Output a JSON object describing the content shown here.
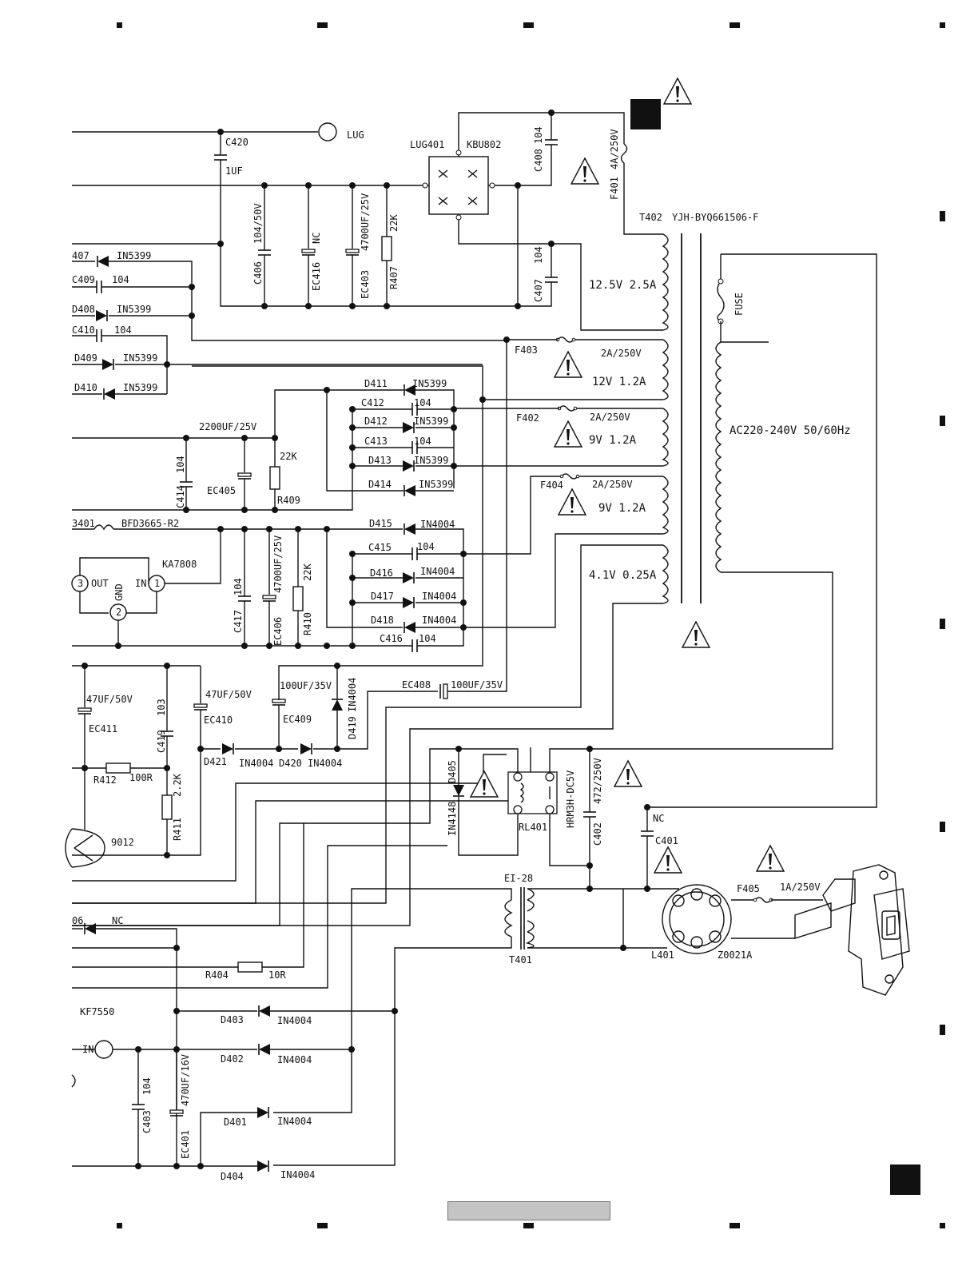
{
  "labels": {
    "lug": "LUG",
    "c420": "C420",
    "uf1": "1UF",
    "lug401": "LUG401",
    "kbu802": "KBU802",
    "c408": "C408",
    "c408_val": "104",
    "f401": "F401",
    "f401_val": "4A/250V",
    "t402": "T402",
    "t402_part": "YJH-BYQ661506-F",
    "c406": "C406",
    "c406_val": "104/50V",
    "ec416": "EC416",
    "ec416_val": "NC",
    "ec403": "EC403",
    "ec403_val": "4700UF/25V",
    "r407": "R407",
    "r407_val": "22K",
    "c407": "C407",
    "c407_val": "104",
    "v125": "12.5V  2.5A",
    "fuse": "FUSE",
    "d407": "407",
    "d407_val": "IN5399",
    "c409": "C409",
    "c409_val": "104",
    "d408": "D408",
    "d408_val": "IN5399",
    "c410": "C410",
    "c410_val": "104",
    "d409": "D409",
    "d409_val": "IN5399",
    "d410": "D410",
    "d410_val": "IN5399",
    "f403": "F403",
    "f403_val": "2A/250V",
    "v12": "12V  1.2A",
    "d411": "D411",
    "d411_val": "IN5399",
    "c412": "C412",
    "c412_val": "104",
    "d412": "D412",
    "d412_val": "IN5399",
    "f402": "F402",
    "f402_val": "2A/250V",
    "v9a": "9V  1.2A",
    "ac": "AC220-240V  50/60Hz",
    "c413": "C413",
    "c413_val": "104",
    "d413": "D413",
    "d413_val": "IN5399",
    "d414": "D414",
    "d414_val": "IN5399",
    "f404": "F404",
    "f404_val": "2A/250V",
    "v9b": "9V  1.2A",
    "ec405_val": "2200UF/25V",
    "r409_val": "22K",
    "c414": "C414",
    "c414_val": "104",
    "ec405": "EC405",
    "r409": "R409",
    "l401b": "3401",
    "bfd": "BFD3665-R2",
    "d415": "D415",
    "d415_val": "IN4004",
    "c415": "C415",
    "c415_val": "104",
    "d416": "D416",
    "d416_val": "IN4004",
    "d417": "D417",
    "d417_val": "IN4004",
    "d418": "D418",
    "d418_val": "IN4004",
    "c416": "C416",
    "c416_val": "104",
    "v41": "4.1V  0.25A",
    "ka7808": "KA7808",
    "out": "OUT",
    "in": "IN",
    "gnd": "GND",
    "pin1": "1",
    "pin2": "2",
    "pin3": "3",
    "c417": "C417",
    "c417_val": "104",
    "ec406": "EC406",
    "ec406_val": "4700UF/25V",
    "r410": "R410",
    "r410_val": "22K",
    "ec411_val": "47UF/50V",
    "ec411": "EC411",
    "c419_val": "103",
    "c419": "C419",
    "ec410_val": "47UF/50V",
    "ec410": "EC410",
    "ec409_val": "100UF/35V",
    "ec409": "EC409",
    "d419_val": "IN4004",
    "d419": "D419",
    "ec408": "EC408",
    "ec408_val": "100UF/35V",
    "r412": "R412",
    "r412_val": "100R",
    "r411_val": "2.2K",
    "r411": "R411",
    "d421": "D421",
    "d421_val": "IN4004",
    "d420": "D420",
    "d420_val": "IN4004",
    "q9012": "9012",
    "d405": "D405",
    "in4148": "IN4148",
    "rl401": "RL401",
    "relay": "HRM3H-DC5V",
    "c402_val": "472/250V",
    "c402": "C402",
    "nc": "NC",
    "c401": "C401",
    "f405": "F405",
    "f405_val": "1A/250V",
    "ei28": "EI-28",
    "t401": "T401",
    "l401": "L401",
    "z0021a": "Z0021A",
    "d6": "06",
    "d6_val": "NC",
    "r404": "R404",
    "r404_val": "10R",
    "kf7550": "KF7550",
    "in2": "IN",
    "d403": "D403",
    "d403_val": "IN4004",
    "d402": "D402",
    "d402_val": "IN4004",
    "c403": "C403",
    "c403_val": "104",
    "ec401": "EC401",
    "ec401_val": "470UF/16V",
    "d401": "D401",
    "d401_val": "IN4004",
    "d404": "D404",
    "d404_val": "IN4004"
  }
}
